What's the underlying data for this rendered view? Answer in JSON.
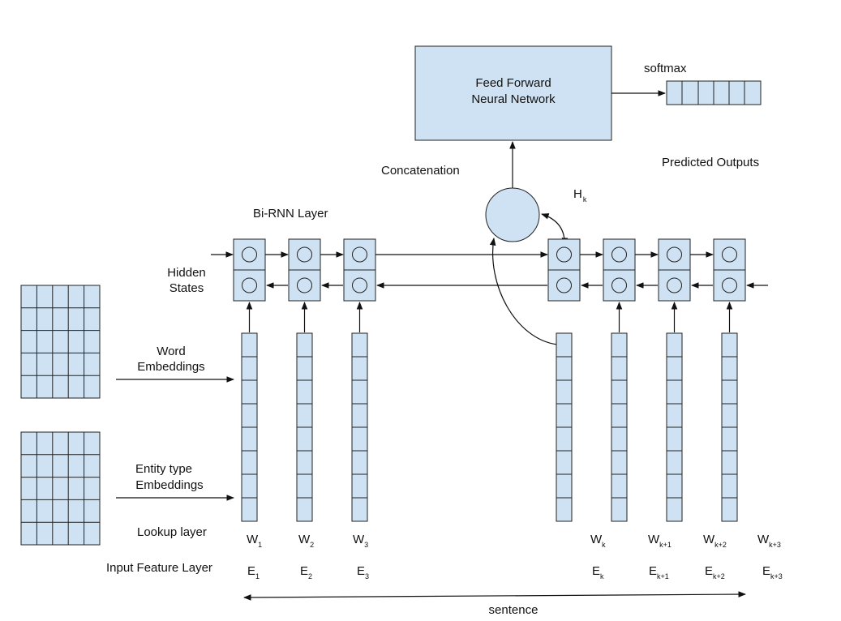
{
  "labels": {
    "ffn_line1": "Feed Forward",
    "ffn_line2": "Neural Network",
    "softmax": "softmax",
    "predicted_outputs": "Predicted Outputs",
    "concatenation": "Concatenation",
    "hk_main": "H",
    "hk_sub": "k",
    "birnn_layer": "Bi-RNN Layer",
    "hidden_states_line1": "Hidden",
    "hidden_states_line2": "States",
    "word_embeddings_line1": "Word",
    "word_embeddings_line2": "Embeddings",
    "entity_type_line1": "Entity type",
    "entity_type_line2": "Embeddings",
    "lookup_layer": "Lookup layer",
    "input_feature_layer": "Input Feature Layer",
    "sentence": "sentence"
  },
  "word_tokens": [
    {
      "main": "W",
      "sub": "1"
    },
    {
      "main": "W",
      "sub": "2"
    },
    {
      "main": "W",
      "sub": "3"
    },
    {
      "main": "W",
      "sub": "k"
    },
    {
      "main": "W",
      "sub": "k+1"
    },
    {
      "main": "W",
      "sub": "k+2"
    },
    {
      "main": "W",
      "sub": "k+3"
    }
  ],
  "entity_tokens": [
    {
      "main": "E",
      "sub": "1"
    },
    {
      "main": "E",
      "sub": "2"
    },
    {
      "main": "E",
      "sub": "3"
    },
    {
      "main": "E",
      "sub": "k"
    },
    {
      "main": "E",
      "sub": "k+1"
    },
    {
      "main": "E",
      "sub": "k+2"
    },
    {
      "main": "E",
      "sub": "k+3"
    }
  ],
  "colors": {
    "fill": "#cfe2f3",
    "stroke": "#222222",
    "text": "#111111"
  }
}
